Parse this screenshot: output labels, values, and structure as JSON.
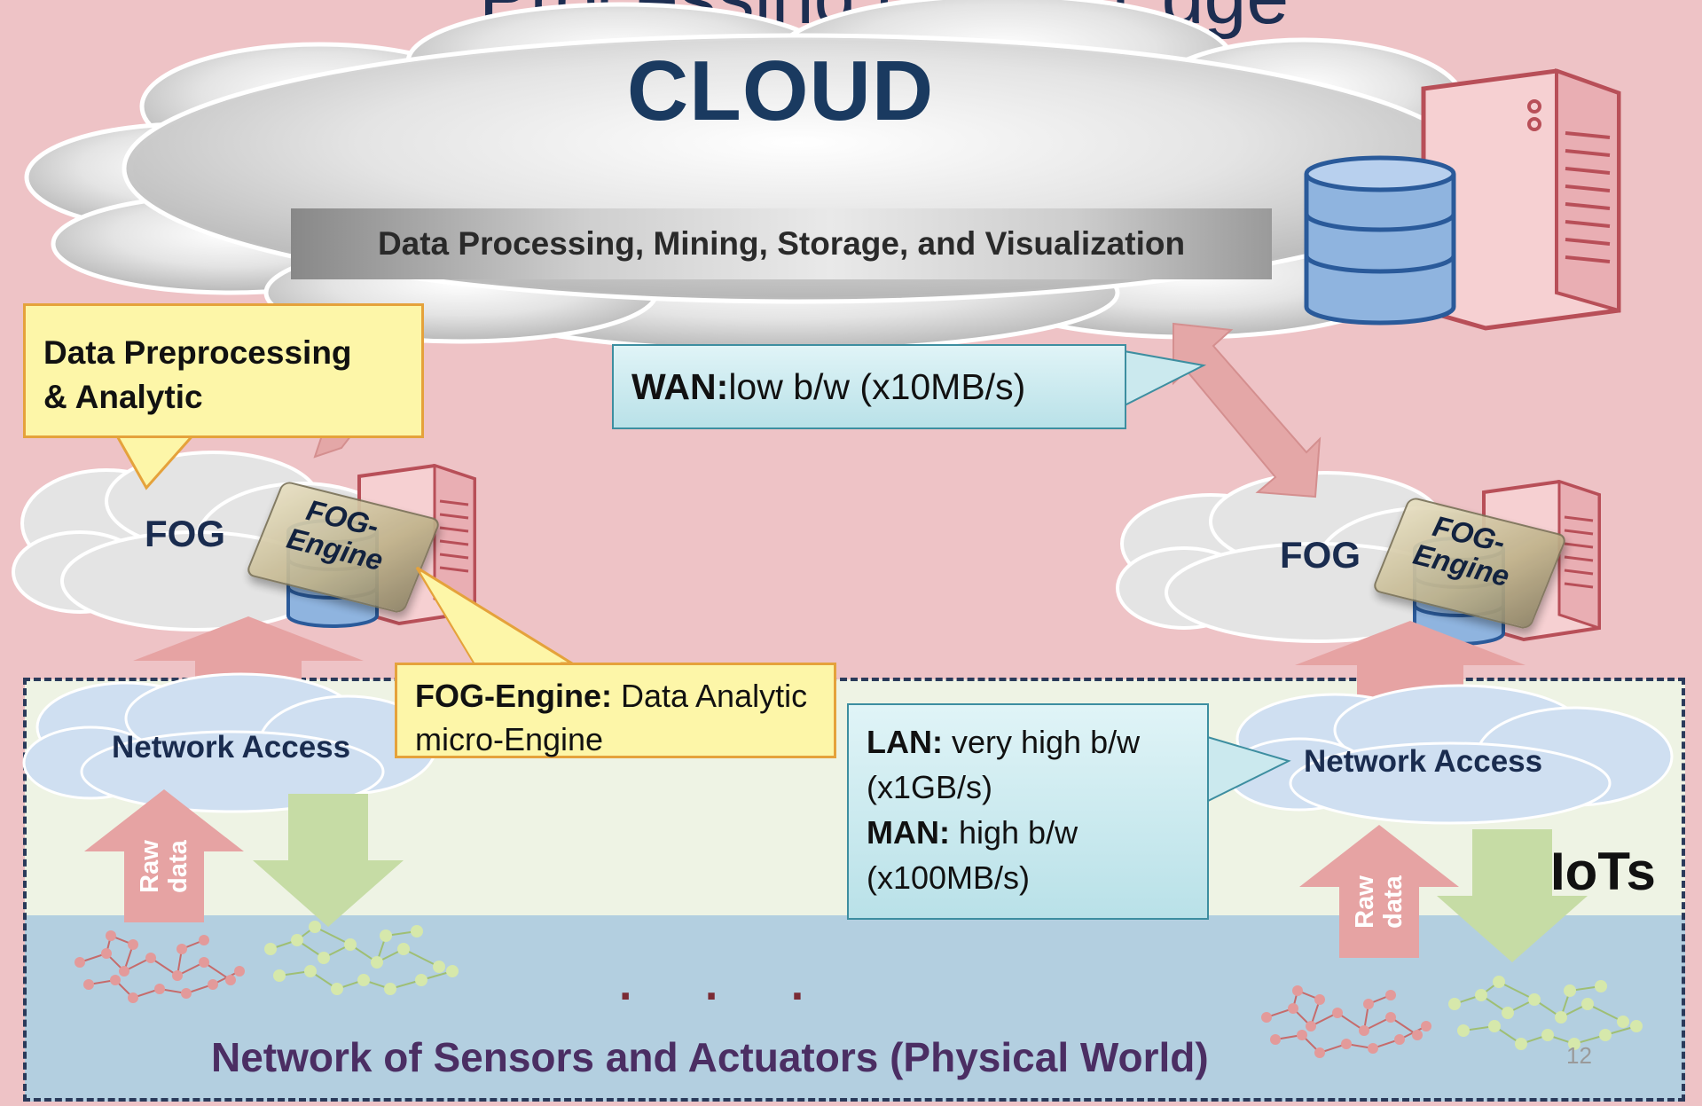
{
  "title_partial": "Processing on the Edge",
  "cloud": {
    "label": "CLOUD",
    "processing_bar": "Data Processing, Mining, Storage, and Visualization"
  },
  "wan": {
    "bold": "WAN:",
    "text": " low b/w (x10MB/s)"
  },
  "preprocessing_callout": {
    "line1": "Data Preprocessing",
    "line2": "& Analytic"
  },
  "fog_left": {
    "label": "FOG",
    "engine_line1": "FOG-",
    "engine_line2": "Engine"
  },
  "fog_right": {
    "label": "FOG",
    "engine_line1": "FOG-",
    "engine_line2": "Engine"
  },
  "fog_engine_callout": {
    "bold": "FOG-Engine:",
    "text": " Data Analytic",
    "line2": "micro-Engine"
  },
  "network_access_left": "Network Access",
  "network_access_right": "Network Access",
  "lan_callout": {
    "lan_bold": "LAN:",
    "lan_text": " very high b/w",
    "lan_line2": "(x1GB/s)",
    "man_bold": "MAN:",
    "man_text": " high b/w",
    "man_line2": "(x100MB/s)"
  },
  "raw_data_left": {
    "line1": "Raw",
    "line2": "data"
  },
  "raw_data_right": {
    "line1": "Raw",
    "line2": "data"
  },
  "iots_label": "IoTs",
  "ellipsis": ". . .",
  "sensors_caption": "Network of Sensors and Actuators (Physical World)",
  "page_number": "12",
  "colors": {
    "background": "#eec3c6",
    "cloud_title": "#1a3a60",
    "fog_label": "#1a2c4f",
    "sensors_caption": "#4b2e63",
    "raw_arrow": "#e6a3a3",
    "processed_arrow": "#c6dca5",
    "bidirectional_arrow": "#e4a7a7",
    "database": "#8fb4df",
    "server": "#f2c6c8"
  },
  "icons": [
    "cloud-shape",
    "server-icon",
    "database-icon",
    "fog-engine-chip-icon",
    "sensor-network-icon"
  ]
}
